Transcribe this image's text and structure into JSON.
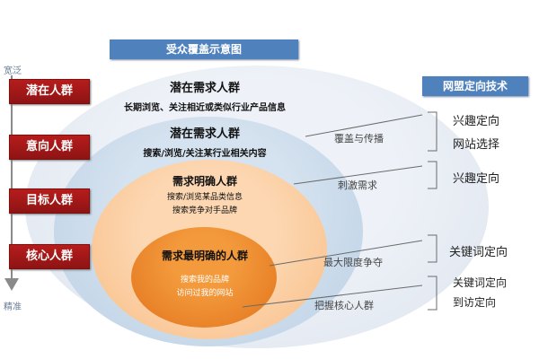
{
  "title": "受众覆盖示意图",
  "tech_title": "网盟定向技术",
  "axis": {
    "top_label": "宽泛",
    "bottom_label": "精准"
  },
  "segments": [
    "潜在人群",
    "意向人群",
    "目标人群",
    "核心人群"
  ],
  "rings": [
    {
      "heading": "潜在需求人群",
      "lines": [
        "长期浏览、关注相近或类似行业产品信息"
      ]
    },
    {
      "heading": "潜在需求人群",
      "lines": [
        "搜索/浏览/关注某行业相关内容"
      ]
    },
    {
      "heading": "需求明确人群",
      "lines": [
        "搜索/浏览某品类信息",
        "搜索竞争对手品牌"
      ]
    },
    {
      "heading": "需求最明确的人群",
      "lines": [
        "搜索我的品牌",
        "访问过我的网站"
      ]
    }
  ],
  "connectors": [
    "覆盖与传播",
    "刺激需求",
    "最大限度争夺",
    "把握核心人群"
  ],
  "techniques": [
    [
      "兴趣定向",
      "网站选择"
    ],
    [
      "兴趣定向"
    ],
    [
      "关键词定向"
    ],
    [
      "关键词定向",
      "到访定向"
    ]
  ],
  "colors": {
    "header_blue": "#4f81bd",
    "segment_red": "#b71c1c",
    "ring_outer": "#dde4ee",
    "ring_second": "#b9cfe4",
    "ring_third": "#f9bd85",
    "ring_core": "#e2731b"
  }
}
